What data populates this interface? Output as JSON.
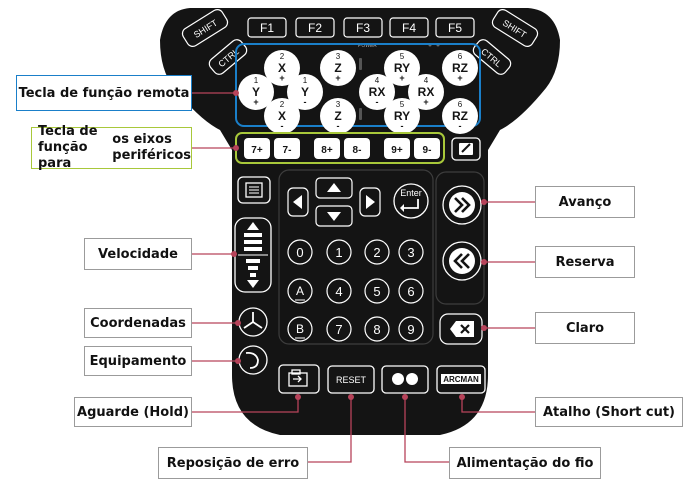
{
  "labels": {
    "remote_function_key": "Tecla de função remota",
    "peripheral_axes_line1": "Tecla de função para",
    "peripheral_axes_line2": "os eixos periféricos",
    "speed": "Velocidade",
    "coordinates": "Coordenadas",
    "equipment": "Equipamento",
    "hold": "Aguarde (Hold)",
    "error_reset": "Reposição de erro",
    "wire_feed": "Alimentação do fio",
    "shortcut": "Atalho (Short cut)",
    "forward": "Avanço",
    "backward": "Reserva",
    "clear": "Claro"
  },
  "pendant": {
    "shift_left": "SHIFT",
    "shift_right": "SHIFT",
    "ctrl_left": "CTRL",
    "ctrl_right": "CTRL",
    "fkeys": [
      "F1",
      "F2",
      "F3",
      "F4",
      "F5"
    ],
    "power": "POWER",
    "axis_keys": [
      {
        "num": "1",
        "axis": "Y",
        "sign": "+"
      },
      {
        "num": "1",
        "axis": "Y",
        "sign": "-"
      },
      {
        "num": "2",
        "axis": "X",
        "sign": "+"
      },
      {
        "num": "2",
        "axis": "X",
        "sign": "-"
      },
      {
        "num": "3",
        "axis": "Z",
        "sign": "+"
      },
      {
        "num": "3",
        "axis": "Z",
        "sign": "-"
      },
      {
        "num": "4",
        "axis": "RX",
        "sign": "-"
      },
      {
        "num": "4",
        "axis": "RX",
        "sign": "+"
      },
      {
        "num": "5",
        "axis": "RY",
        "sign": "+"
      },
      {
        "num": "5",
        "axis": "RY",
        "sign": "-"
      },
      {
        "num": "6",
        "axis": "RZ",
        "sign": "+"
      },
      {
        "num": "6",
        "axis": "RZ",
        "sign": "-"
      }
    ],
    "ext_keys": [
      "7+",
      "7-",
      "8+",
      "8-",
      "9+",
      "9-"
    ],
    "enter": "Enter",
    "digits": [
      "0",
      "1",
      "2",
      "3",
      "4",
      "5",
      "6",
      "7",
      "8",
      "9"
    ],
    "letter_a": "A",
    "letter_b": "B",
    "reset": "RESET",
    "brand": "ARCMAN"
  },
  "colors": {
    "body": "#141414",
    "key": "#ffffff",
    "remote_outline": "#1a7fc9",
    "peripheral_outline": "#a8c83a",
    "leader": "#b7435a",
    "label_border": "#9b9b9b"
  }
}
